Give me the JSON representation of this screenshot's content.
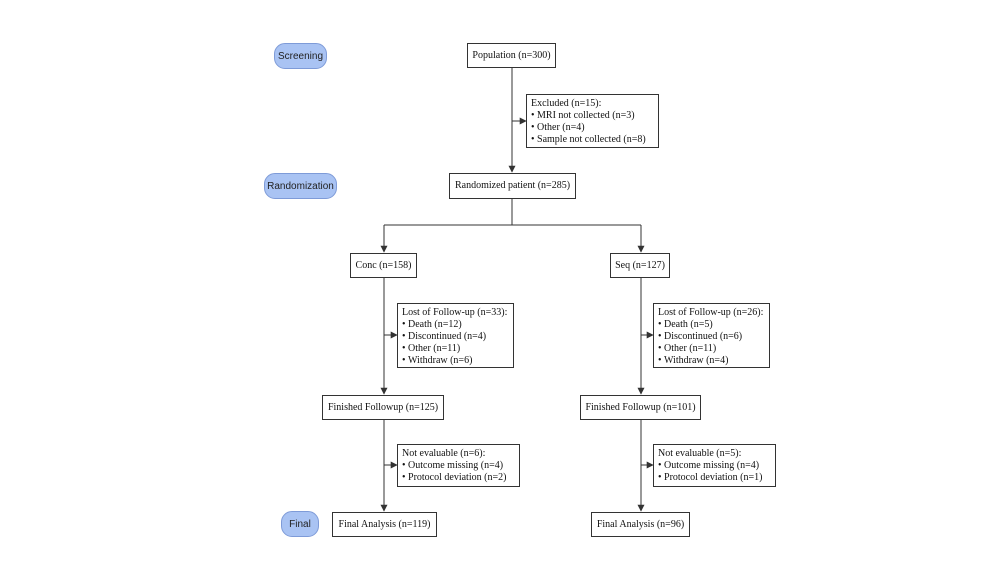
{
  "stages": {
    "screening": "Screening",
    "randomization": "Randomization",
    "final": "Final"
  },
  "population": "Population (n=300)",
  "excluded": {
    "title": "Excluded (n=15):",
    "items": [
      "MRI not collected (n=3)",
      "Other (n=4)",
      "Sample not collected (n=8)"
    ]
  },
  "randomized": "Randomized patient (n=285)",
  "arms": {
    "conc": {
      "label": "Conc (n=158)",
      "lost": {
        "title": "Lost of Follow-up (n=33):",
        "items": [
          "Death (n=12)",
          "Discontinued (n=4)",
          "Other (n=11)",
          "Withdraw (n=6)"
        ]
      },
      "finished": "Finished Followup (n=125)",
      "not_evaluable": {
        "title": "Not evaluable (n=6):",
        "items": [
          "Outcome missing (n=4)",
          "Protocol deviation (n=2)"
        ]
      },
      "final": "Final Analysis (n=119)"
    },
    "seq": {
      "label": "Seq (n=127)",
      "lost": {
        "title": "Lost of Follow-up (n=26):",
        "items": [
          "Death (n=5)",
          "Discontinued (n=6)",
          "Other (n=11)",
          "Withdraw (n=4)"
        ]
      },
      "finished": "Finished Followup (n=101)",
      "not_evaluable": {
        "title": "Not evaluable (n=5):",
        "items": [
          "Outcome missing (n=4)",
          "Protocol deviation (n=1)"
        ]
      },
      "final": "Final Analysis (n=96)"
    }
  },
  "colors": {
    "stage_fill": "#a9c3f3",
    "stage_border": "#7e9bd8",
    "line": "#333333"
  }
}
